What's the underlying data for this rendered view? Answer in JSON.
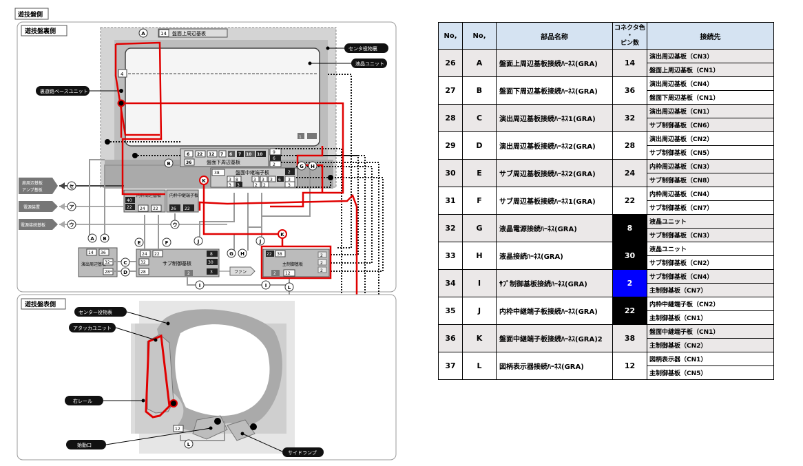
{
  "page_title": "遊技盤側",
  "back_panel": {
    "title": "遊技盤裏側",
    "callouts": {
      "center": "センタ役物裏",
      "lcd": "液晶ユニット",
      "base": "裏遊路ベースユニット"
    },
    "boards": {
      "top_board": "盤面上周辺基板",
      "top_board_pin": "14",
      "bottom_board": "盤面下周辺基板",
      "bottom_pins": [
        "6",
        "22",
        "12",
        "7",
        "6",
        "7",
        "10",
        "10"
      ],
      "bottom_pin2": "36",
      "relay_board": "盤面中継端子板",
      "relay_pin": "38",
      "relay_pins": [
        "3",
        "8",
        "3",
        "3",
        "3",
        "6",
        "3",
        "3",
        "2",
        "2",
        "2",
        "3"
      ],
      "right_pins": [
        "9",
        "6",
        "2",
        "2",
        "3",
        "3"
      ],
      "lcd_pin": "4",
      "lcd_small_pin": "1",
      "outer_board": "内枠周辺基板",
      "outer_pins": [
        "40",
        "22",
        "24",
        "22"
      ],
      "outer_relay": "内枠中継端子板",
      "outer_relay_pins": [
        "26",
        "22"
      ],
      "sub_board": "サブ制御基板",
      "sub_pins": [
        "24",
        "22",
        "32",
        "28",
        "8",
        "30",
        "3",
        "2"
      ],
      "fan": "ファン",
      "main_board": "主制御基板",
      "main_pins": [
        "22",
        "38",
        "2",
        "2",
        "2",
        "2",
        "12"
      ],
      "effect_board": "演出周辺基板",
      "effect_pins": [
        "14",
        "36",
        "32",
        "28"
      ]
    },
    "left_labels": [
      "扉周辺基板\nアンプ基板",
      "電源装置",
      "電源接続基板"
    ],
    "left_label_1a": "扉周辺基板",
    "left_label_1b": "アンプ基板",
    "left_label_2": "電源装置",
    "left_label_3": "電源接続基板",
    "markers": [
      "A",
      "B",
      "C",
      "D",
      "E",
      "F",
      "G",
      "H",
      "I",
      "J",
      "K",
      "L",
      "ア",
      "ウ",
      "セ"
    ]
  },
  "front_panel": {
    "title": "遊技盤表側",
    "callouts": {
      "center": "センター役物表",
      "attacker": "アタッカユニット",
      "right_rail": "右レール",
      "start": "始動口",
      "side_lamp": "サイドランプ"
    },
    "pin": "12",
    "marker": "L"
  },
  "table": {
    "headers": [
      "No,",
      "No,",
      "部品名称",
      "コネクタ色\n・\nピン数",
      "接続先"
    ],
    "header_1": "No,",
    "header_2": "No,",
    "header_3": "部品名称",
    "header_4a": "コネクタ色",
    "header_4b": "・",
    "header_4c": "ピン数",
    "header_5": "接続先",
    "rows": [
      {
        "no": "26",
        "letter": "A",
        "name": "盤面上周辺基板接続ﾊｰﾈｽ(GRA)",
        "pins": "14",
        "dest1": "演出周辺基板（CN3）",
        "dest2": "盤面上周辺基板（CN1）"
      },
      {
        "no": "27",
        "letter": "B",
        "name": "盤面下周辺基板接続ﾊｰﾈｽ(GRA)",
        "pins": "36",
        "dest1": "演出周辺基板（CN4）",
        "dest2": "盤面下周辺基板（CN1）"
      },
      {
        "no": "28",
        "letter": "C",
        "name": "演出周辺基板接続ﾊｰﾈｽ1(GRA)",
        "pins": "32",
        "dest1": "演出周辺基板（CN1）",
        "dest2": "サブ制御基板（CN6）"
      },
      {
        "no": "29",
        "letter": "D",
        "name": "演出周辺基板接続ﾊｰﾈｽ2(GRA)",
        "pins": "28",
        "dest1": "演出周辺基板（CN2）",
        "dest2": "サブ制御基板（CN5）"
      },
      {
        "no": "30",
        "letter": "E",
        "name": "サブ周辺基板接続ﾊｰﾈｽ2(GRA)",
        "pins": "24",
        "dest1": "内枠周辺基板（CN3）",
        "dest2": "サブ制御基板（CN8）"
      },
      {
        "no": "31",
        "letter": "F",
        "name": "サブ周辺基板接続ﾊｰﾈｽ1(GRA)",
        "pins": "22",
        "dest1": "内枠周辺基板（CN4）",
        "dest2": "サブ制御基板（CN7）"
      },
      {
        "no": "32",
        "letter": "G",
        "name": "液晶電源接続ﾊｰﾈｽ(GRA)",
        "pins": "8",
        "dest1": "液晶ユニット",
        "dest2": "サブ制御基板（CN3）"
      },
      {
        "no": "33",
        "letter": "H",
        "name": "液晶接続ﾊｰﾈｽ(GRA)",
        "pins": "30",
        "dest1": "液晶ユニット",
        "dest2": "サブ制御基板（CN2）"
      },
      {
        "no": "34",
        "letter": "I",
        "name": "ｻﾌﾞ制御基板接続ﾊｰﾈｽ(GRA)",
        "pins": "2",
        "dest1": "サブ制御基板（CN4）",
        "dest2": "主制御基板（CN7）"
      },
      {
        "no": "35",
        "letter": "J",
        "name": "内枠中継端子板接続ﾊｰﾈｽ(GRA)",
        "pins": "22",
        "dest1": "内枠中継端子板（CN2）",
        "dest2": "主制御基板（CN1）"
      },
      {
        "no": "36",
        "letter": "K",
        "name": "盤面中継端子板接続ﾊｰﾈｽ(GRA)2",
        "pins": "38",
        "dest1": "盤面中継端子板（CN1）",
        "dest2": "主制御基板（CN2）"
      },
      {
        "no": "37",
        "letter": "L",
        "name": "図柄表示器接続ﾊｰﾈｽ(GRA)",
        "pins": "12",
        "dest1": "図柄表示器（CN1）",
        "dest2": "主制御基板（CN5）"
      }
    ]
  },
  "colors": {
    "red": "#e00000",
    "gray": "#a0a0a0",
    "dark": "#404040",
    "black_cell": "#000000",
    "blue_cell": "#0000ff",
    "header_bg": "#d5e3f2"
  }
}
